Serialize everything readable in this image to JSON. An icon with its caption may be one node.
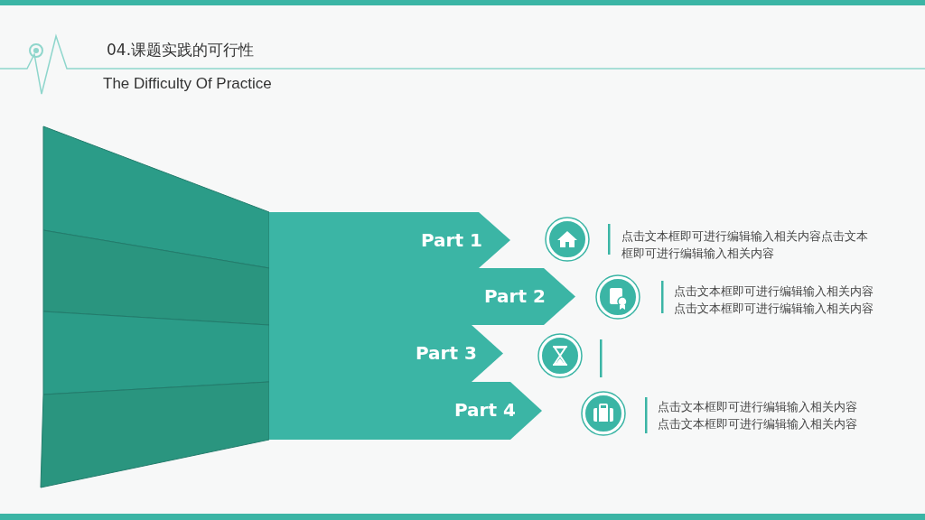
{
  "diagram": {
    "title": "04.课题实践的可行性",
    "nodes": [
      {
        "text": [
          "Part 1"
        ]
      },
      {
        "text": [
          "Part 2"
        ]
      },
      {
        "text": [
          "Part 3"
        ]
      },
      {
        "text": [
          "Part 4"
        ]
      }
    ],
    "labels": [
      "The Difficulty Of Practice",
      "点击文本框即可进行编辑输入相关内容点击文本框即可进行编辑输入相关内容",
      "点击文本框即可进行编辑输入相关内容点击文本框即可进行编辑输入相关内容",
      "点击文本框即可进行编辑输入相关内容点击文本框即可进行编辑输入相关内容"
    ]
  }
}
